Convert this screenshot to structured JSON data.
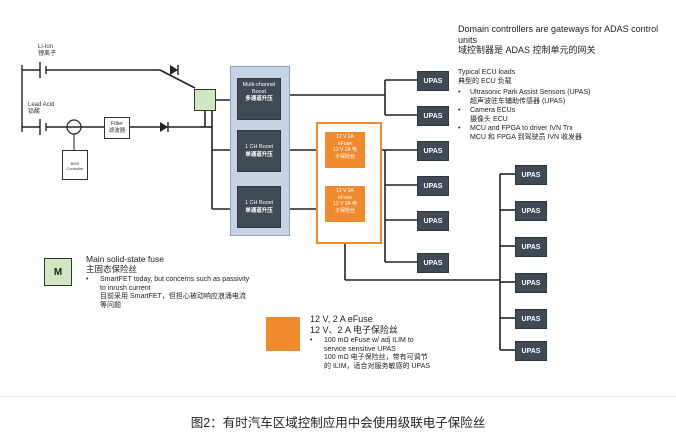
{
  "left": {
    "liion": [
      "Li-Ion",
      "锂离子"
    ],
    "leadacid": [
      "Lead Acid",
      "铅酸"
    ],
    "filter": [
      "Filter",
      "滤波器"
    ],
    "controller": "BMS Controller"
  },
  "boost": {
    "multi": [
      "Multi-channel",
      "Boost",
      "多通道升压"
    ],
    "ch1": [
      "1 CH Boost",
      "单通道升压"
    ],
    "ch2": [
      "1 CH Boost",
      "单通道升压"
    ]
  },
  "efuse": {
    "top": [
      "12 V 2A",
      "eFuse",
      "12 V 2A 电",
      "子保险丝"
    ],
    "bottom": [
      "12 V 2A",
      "eFuse",
      "12 V 2A 电",
      "子保险丝"
    ]
  },
  "upas_label": "UPAS",
  "right_text": {
    "title": "Domain controllers are gateways for ADAS control units",
    "title_cn": "域控制器是 ADAS 控制单元的网关",
    "typical": "Typical ECU loads",
    "typical_cn": "典型的 ECU 负载",
    "bullets": [
      [
        "Ultrasonic Park Assist Sensors (UPAS)",
        "超声波驻车辅助传感器 (UPAS)"
      ],
      [
        "Camera ECUs",
        "摄像头 ECU"
      ],
      [
        "MCU and FPGA to driver IVN Trx",
        "MCU 和 FPGA 到驾驶员 IVN 收发器"
      ]
    ]
  },
  "legend_m": {
    "symbol": "M",
    "title": "Main solid-state fuse",
    "title_cn": "主固态保险丝",
    "bullet": "SmartFET today, but concerns such as passivity to inrush current",
    "bullet_cn": "目前采用 SmartFET，但担心被动响应浪涌电流等问题"
  },
  "legend_efuse": {
    "title": "12 V, 2 A eFuse",
    "title_cn": "12 V、2 A 电子保险丝",
    "bullet": "100 mΩ eFuse w/ adj ILIM to service sensitive UPAS",
    "bullet_cn": "100 mΩ 电子保险丝，带有可调节的 ILIM，适合对服务敏感的 UPAS"
  },
  "caption": "图2：有时汽车区域控制应用中会使用级联电子保险丝",
  "colors": {
    "dark": "#3f4a55",
    "orange": "#f08a2c",
    "green": "#cfe8c2",
    "panel": "#c5d3e4"
  }
}
